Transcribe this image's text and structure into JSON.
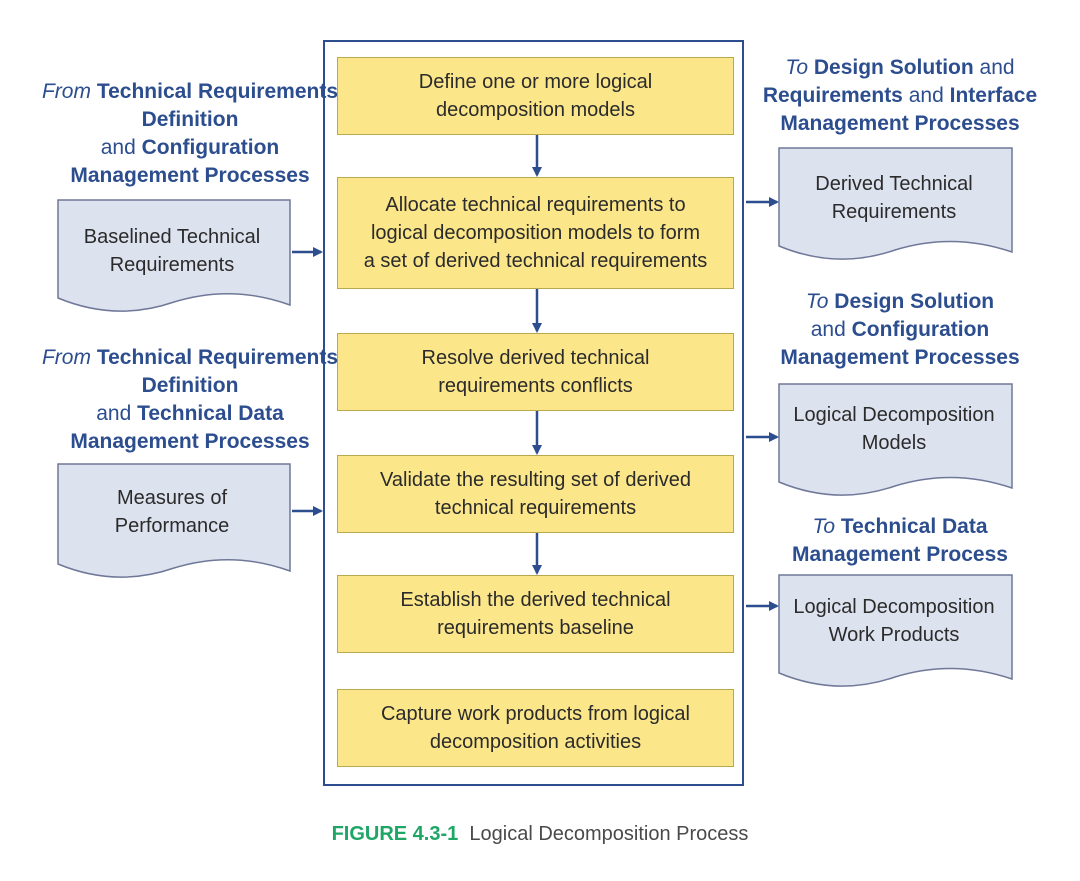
{
  "inputs": [
    {
      "source": {
        "prefix": "From",
        "bold1": "Technical Requirements Definition",
        "connector": "and",
        "bold2": "Configuration Management Processes"
      },
      "doc": {
        "line1": "Baselined Technical",
        "line2": "Requirements"
      }
    },
    {
      "source": {
        "prefix": "From",
        "bold1": "Technical Requirements Definition",
        "connector": "and",
        "bold2": "Technical Data Management Processes"
      },
      "doc": {
        "line1": "Measures of",
        "line2": "Performance"
      }
    }
  ],
  "steps": [
    {
      "line1": "Define one or more logical",
      "line2": "decomposition models",
      "line3": ""
    },
    {
      "line1": "Allocate technical requirements to",
      "line2": "logical decomposition models to form",
      "line3": "a set of derived technical requirements"
    },
    {
      "line1": "Resolve derived technical",
      "line2": "requirements conflicts",
      "line3": ""
    },
    {
      "line1": "Validate the resulting set of derived",
      "line2": "technical requirements",
      "line3": ""
    },
    {
      "line1": "Establish the derived technical",
      "line2": "requirements baseline",
      "line3": ""
    },
    {
      "line1": "Capture work products from logical",
      "line2": "decomposition activities",
      "line3": ""
    }
  ],
  "outputs": [
    {
      "dest": {
        "prefix": "To",
        "bold1": "Design Solution",
        "connector1": "and",
        "bold2": "Requirements",
        "connector2": "and",
        "bold3": "Interface",
        "bold4": "Management Processes"
      },
      "doc": {
        "line1": "Derived Technical",
        "line2": "Requirements"
      }
    },
    {
      "dest": {
        "prefix": "To",
        "bold1": "Design Solution",
        "connector1": "and",
        "bold2": "Configuration",
        "bold3": "Management Processes"
      },
      "doc": {
        "line1": "Logical Decomposition",
        "line2": "Models"
      }
    },
    {
      "dest": {
        "prefix": "To",
        "bold1": "Technical Data",
        "bold2": "Management Process"
      },
      "doc": {
        "line1": "Logical Decomposition",
        "line2": "Work Products"
      }
    }
  ],
  "caption": {
    "figure": "FIGURE 4.3-1",
    "title": "Logical Decomposition Process"
  },
  "colors": {
    "frame": "#2c4d8e",
    "step_fill": "#fbe68a",
    "doc_fill": "#dde2ef",
    "heading": "#2c4d8e",
    "figure_label": "#1da665"
  }
}
